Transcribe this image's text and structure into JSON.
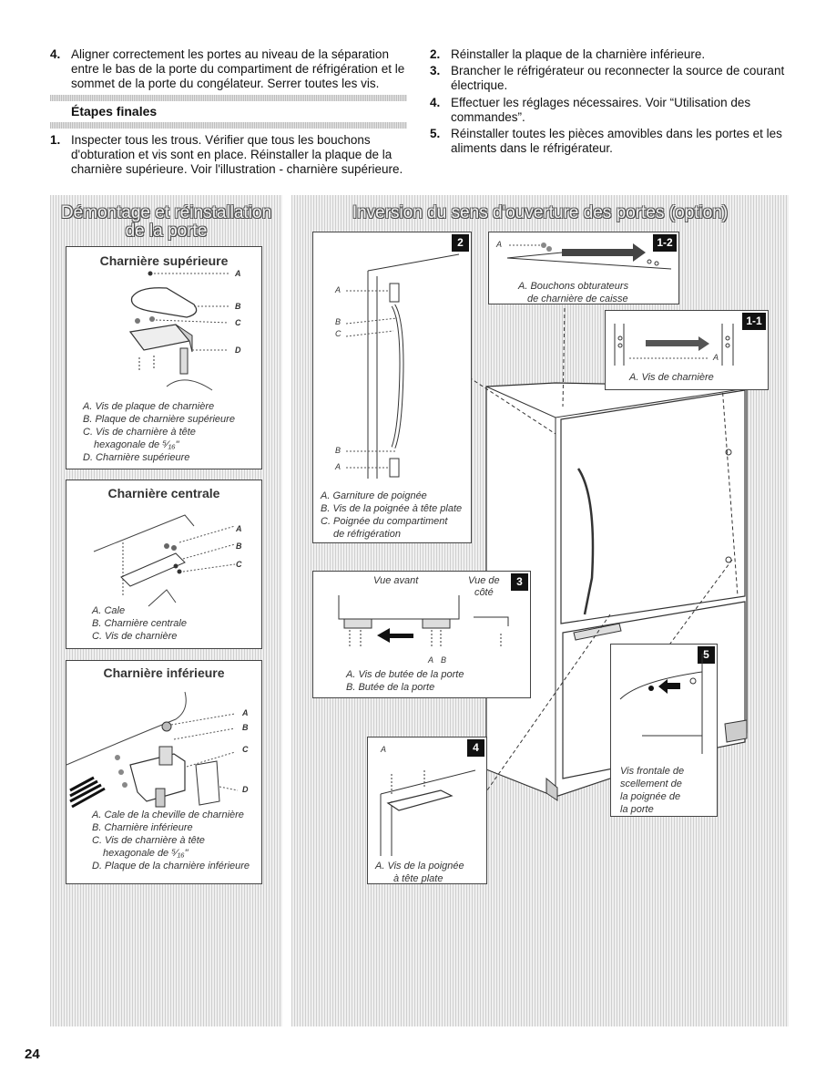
{
  "top_left_steps": [
    {
      "num": "4.",
      "text": "Aligner correctement les portes au niveau de la séparation entre le bas de la porte du compartiment de réfrigération et le sommet de la porte du congélateur. Serrer toutes les vis."
    }
  ],
  "section_title": "Étapes finales",
  "final_steps_left": [
    {
      "num": "1.",
      "text": "Inspecter tous les trous. Vérifier que tous les bouchons d'obturation et vis sont en place. Réinstaller la plaque de la charnière supérieure. Voir l'illustration - charnière supérieure."
    }
  ],
  "final_steps_right": [
    {
      "num": "2.",
      "text": "Réinstaller la plaque de la charnière inférieure."
    },
    {
      "num": "3.",
      "text": "Brancher le réfrigérateur ou reconnecter la source de courant électrique."
    },
    {
      "num": "4.",
      "text": "Effectuer les réglages nécessaires. Voir “Utilisation des commandes”."
    },
    {
      "num": "5.",
      "text": "Réinstaller toutes les pièces amovibles dans les portes et les aliments dans le réfrigérateur."
    }
  ],
  "left_panel": {
    "title_line1": "Démontage et réinstallation",
    "title_line2": "de la porte",
    "top_hinge": {
      "title": "Charnière supérieure",
      "labels": [
        "A",
        "B",
        "C",
        "D"
      ],
      "legend": [
        "A. Vis de plaque de charnière",
        "B. Plaque de charnière supérieure",
        "C. Vis de charnière à tête",
        "hexagonale de ⁵⁄₁₆\"",
        "D. Charnière supérieure"
      ]
    },
    "center_hinge": {
      "title": "Charnière centrale",
      "labels": [
        "A",
        "B",
        "C"
      ],
      "legend": [
        "A. Cale",
        "B. Charnière centrale",
        "C. Vis de charnière"
      ]
    },
    "bottom_hinge": {
      "title": "Charnière inférieure",
      "labels": [
        "A",
        "B",
        "C",
        "D"
      ],
      "legend": [
        "A. Cale de la cheville de charnière",
        "B. Charnière inférieure",
        "C. Vis de charnière à tête",
        "hexagonale de ⁵⁄₁₆\"",
        "D. Plaque de la charnière inférieure"
      ]
    }
  },
  "right_panel": {
    "title": "Inversion du sens d'ouverture des portes (option)",
    "box2": {
      "badge": "2",
      "labels": [
        "A",
        "B",
        "C",
        "B",
        "A"
      ],
      "legend": [
        "A. Garniture de poignée",
        "B. Vis de la poignée à tête plate",
        "C. Poignée du compartiment",
        "de réfrigération"
      ]
    },
    "box12": {
      "badge": "1-2",
      "label": "A",
      "legend": [
        "A. Bouchons obturateurs",
        "de charnière de caisse"
      ]
    },
    "box11": {
      "badge": "1-1",
      "label": "A",
      "legend": [
        "A. Vis de charnière"
      ]
    },
    "box3": {
      "badge": "3",
      "front": "Vue avant",
      "side_line1": "Vue de",
      "side_line2": "côté",
      "labels": [
        "A",
        "B"
      ],
      "legend": [
        "A. Vis de butée de la porte",
        "B. Butée de la porte"
      ]
    },
    "box4": {
      "badge": "4",
      "label": "A",
      "legend": [
        "A. Vis de la poignée",
        "à tête plate"
      ]
    },
    "box5": {
      "badge": "5",
      "legend": [
        "Vis frontale de",
        "scellement de",
        "la poignée de",
        "la porte"
      ]
    }
  },
  "page_number": "24"
}
